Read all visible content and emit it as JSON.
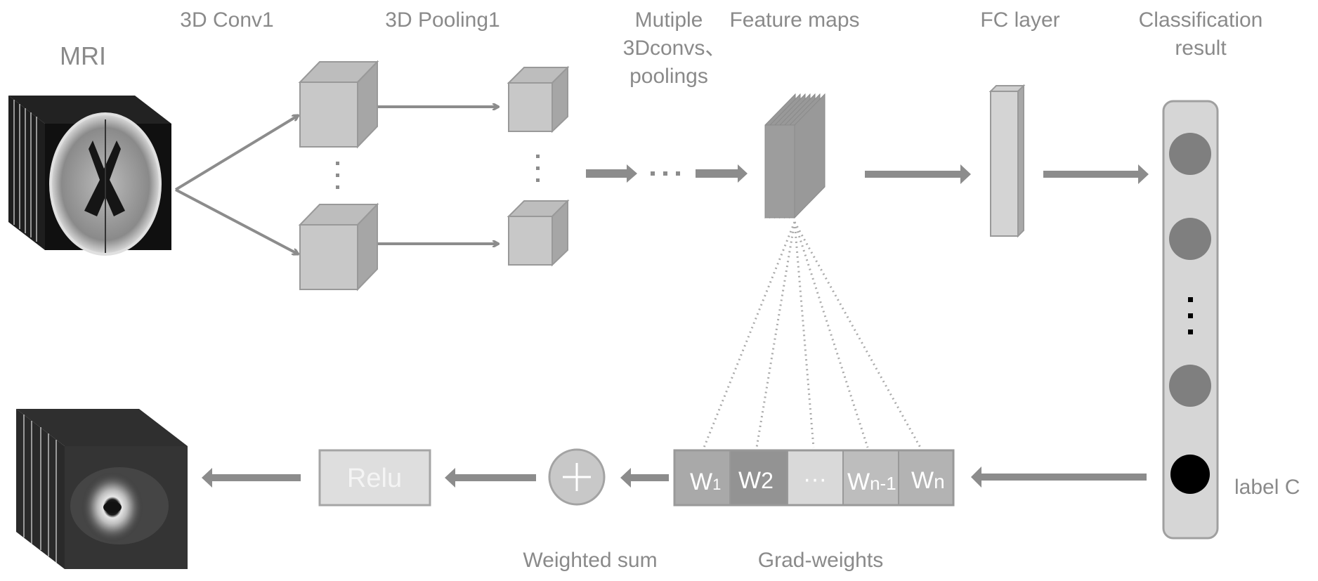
{
  "labels": {
    "mri": "MRI",
    "conv1": "3D Conv1",
    "pooling1": "3D Pooling1",
    "multiple_line1": "Mutiple",
    "multiple_line2": "3Dconvs、",
    "multiple_line3": "poolings",
    "feature_maps": "Feature maps",
    "fc_layer": "FC layer",
    "classification_line1": "Classification",
    "classification_line2": "result",
    "label_c": "label C",
    "relu": "Relu",
    "weighted_sum": "Weighted sum",
    "grad_weights": "Grad-weights",
    "ellipsis": "···"
  },
  "weights": [
    {
      "main": "W",
      "sub": "1"
    },
    {
      "main": "W",
      "sub": "2"
    },
    {
      "main": "···",
      "sub": ""
    },
    {
      "main": "W",
      "sub": "n-1"
    },
    {
      "main": "W",
      "sub": "n"
    }
  ],
  "colors": {
    "arrow": "#8c8c8c",
    "cube_front": "#c8c8c8",
    "cube_side": "#a6a6a6",
    "cube_top": "#bdbdbd",
    "cube_stroke": "#999999",
    "feature_map": "#999999",
    "neuron": "#7f7f7f",
    "neuron_selected": "#000000",
    "panel": "#d6d6d6",
    "weight_cells": [
      "#a9a9a9",
      "#939393",
      "#d9d9d9",
      "#bdbdbd",
      "#b3b3b3"
    ]
  },
  "output_neurons": [
    "neuron",
    "neuron",
    "ellipsis",
    "neuron",
    "selected"
  ]
}
